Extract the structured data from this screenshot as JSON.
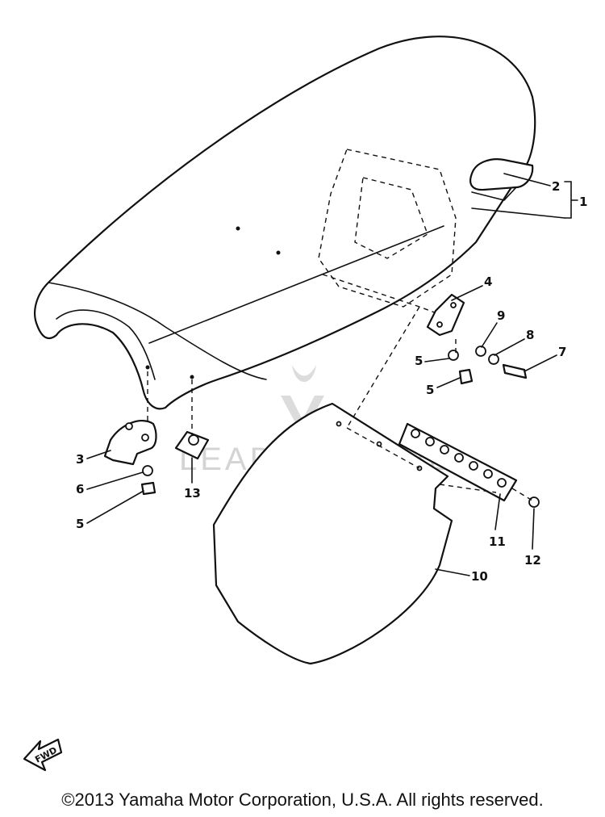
{
  "diagram": {
    "callouts": {
      "c1": "1",
      "c2": "2",
      "c3": "3",
      "c4": "4",
      "c5a": "5",
      "c5b": "5",
      "c5c": "5",
      "c6": "6",
      "c7": "7",
      "c8": "8",
      "c9": "9",
      "c10": "10",
      "c11": "11",
      "c12": "12",
      "c13": "13"
    },
    "forward_label": "FWD",
    "watermark": "LEADVENTURE"
  },
  "footer": {
    "copyright": "©2013 Yamaha Motor Corporation, U.S.A. All rights reserved."
  }
}
